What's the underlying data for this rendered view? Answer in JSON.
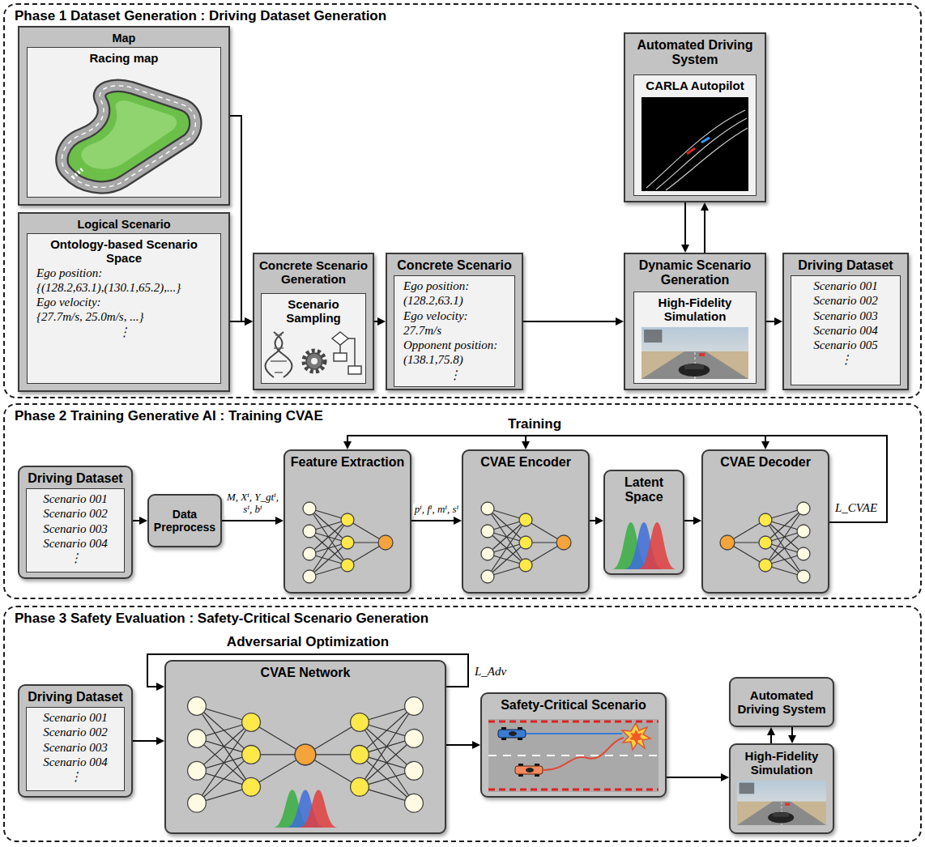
{
  "diagram": {
    "nodes": [
      {
        "text": [
          "Phase 1 Dataset Generation : Driving Dataset Generation"
        ]
      },
      {
        "text": [
          "Map"
        ],
        "in": 0
      },
      {
        "text": [
          "Racing map"
        ],
        "in": 1
      },
      {
        "text": [
          "Logical Scenario"
        ],
        "in": 0
      },
      {
        "text": [
          "Ontology-based Scenario Space",
          "Ego position:",
          "{(128.2,63.1),(130.1,65.2),...}",
          "Ego velocity:",
          "{27.7m/s, 25.0m/s, ...}",
          "⋮"
        ],
        "in": 3
      },
      {
        "text": [
          "Concrete Scenario Generation"
        ],
        "in": 0
      },
      {
        "text": [
          "Scenario Sampling"
        ],
        "in": 5
      },
      {
        "text": [
          "Concrete Scenario"
        ],
        "in": 0
      },
      {
        "text": [
          "Ego position:",
          "(128.2,63.1)",
          "Ego velocity:",
          "27.7m/s",
          "Opponent position:",
          "(138.1,75.8)",
          "⋮"
        ],
        "in": 7
      },
      {
        "text": [
          "Automated Driving System"
        ],
        "in": 0
      },
      {
        "text": [
          "CARLA Autopilot"
        ],
        "in": 9
      },
      {
        "text": [
          "Dynamic Scenario Generation"
        ],
        "in": 0
      },
      {
        "text": [
          "High-Fidelity Simulation"
        ],
        "in": 11
      },
      {
        "text": [
          "Driving Dataset"
        ],
        "in": 0
      },
      {
        "text": [
          "Scenario 001",
          "Scenario 002",
          "Scenario 003",
          "Scenario 004",
          "Scenario 005",
          "⋮"
        ],
        "in": 13
      },
      {
        "text": [
          "Phase 2 Training Generative AI : Training CVAE"
        ]
      },
      {
        "text": [
          "Driving Dataset"
        ],
        "in": 15
      },
      {
        "text": [
          "Scenario 001",
          "Scenario 002",
          "Scenario 003",
          "Scenario 004",
          "⋮"
        ],
        "in": 16
      },
      {
        "text": [
          "Data Preprocess"
        ],
        "in": 15
      },
      {
        "text": [
          "Feature Extraction"
        ],
        "in": 15
      },
      {
        "text": [
          "CVAE Encoder"
        ],
        "in": 15
      },
      {
        "text": [
          "Latent Space"
        ],
        "in": 15
      },
      {
        "text": [
          "CVAE Decoder"
        ],
        "in": 15
      },
      {
        "text": [
          "Phase 3 Safety Evaluation : Safety-Critical Scenario Generation"
        ]
      },
      {
        "text": [
          "Driving Dataset"
        ],
        "in": 23
      },
      {
        "text": [
          "Scenario 001",
          "Scenario 002",
          "Scenario 003",
          "Scenario 004",
          "⋮"
        ],
        "in": 24
      },
      {
        "text": [
          "CVAE Network"
        ],
        "in": 23
      },
      {
        "text": [
          "Safety-Critical Scenario"
        ],
        "in": 23
      },
      {
        "text": [
          "Automated Driving System"
        ],
        "in": 23
      },
      {
        "text": [
          "High-Fidelity Simulation"
        ],
        "in": 23
      }
    ],
    "edges": [
      {
        "from": 1,
        "to": 5,
        "arrow": "to"
      },
      {
        "from": 3,
        "to": 5,
        "arrow": "to"
      },
      {
        "from": 5,
        "to": 7,
        "arrow": "to"
      },
      {
        "from": 7,
        "to": 11,
        "arrow": "to"
      },
      {
        "from": 11,
        "to": 9,
        "arrow": "to"
      },
      {
        "from": 9,
        "to": 11,
        "arrow": "to"
      },
      {
        "from": 11,
        "to": 13,
        "arrow": "to"
      },
      {
        "from": 16,
        "to": 18,
        "arrow": "to"
      },
      {
        "from": 18,
        "to": 19,
        "label": "M, Xⁱ, Y_gtⁱ, sⁱ, bⁱ",
        "arrow": "to"
      },
      {
        "from": 19,
        "to": 20,
        "label": "pⁱ, fⁱ, mⁱ, sⁱ",
        "arrow": "to"
      },
      {
        "from": 20,
        "to": 21,
        "arrow": "to"
      },
      {
        "from": 21,
        "to": 22,
        "arrow": "to"
      },
      {
        "from": 22,
        "to": 19,
        "arrow": "to"
      },
      {
        "from": 22,
        "to": 20,
        "arrow": "to"
      },
      {
        "from": 22,
        "to": 22,
        "arrow": "to"
      },
      {
        "from": 24,
        "to": 26,
        "arrow": "to"
      },
      {
        "from": 26,
        "to": 26,
        "arrow": "to"
      },
      {
        "from": 26,
        "to": 27,
        "arrow": "to"
      },
      {
        "from": 27,
        "to": 29,
        "arrow": "to"
      },
      {
        "from": 29,
        "to": 28,
        "arrow": "to"
      },
      {
        "from": 28,
        "to": 29,
        "arrow": "to"
      }
    ],
    "labels": [
      "Training",
      "L_CVAE",
      "Adversarial Optimization",
      "L_Adv"
    ]
  }
}
